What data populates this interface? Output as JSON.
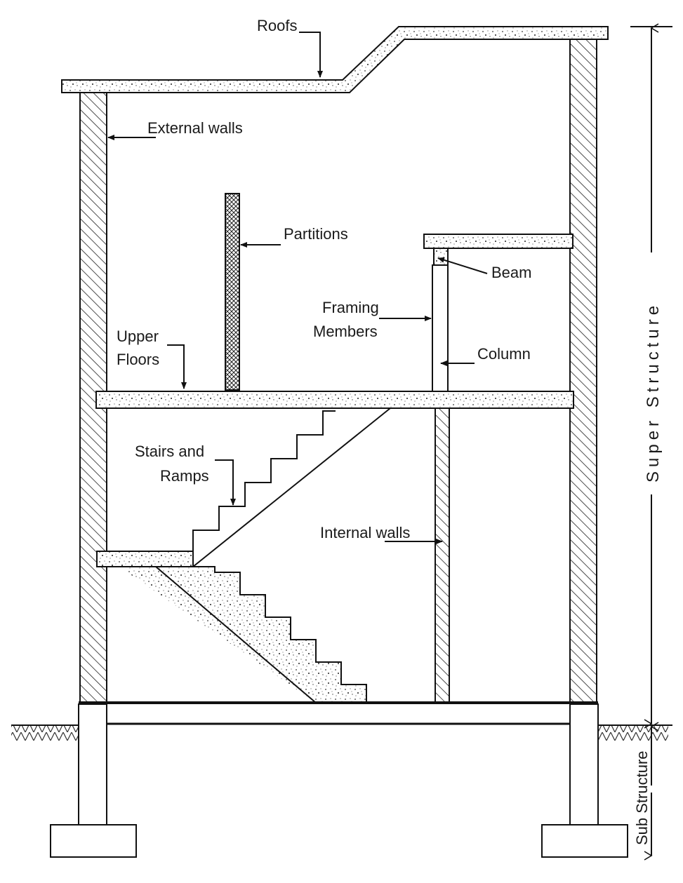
{
  "labels": {
    "roofs": "Roofs",
    "external_walls": "External walls",
    "partitions": "Partitions",
    "beam": "Beam",
    "framing_line1": "Framing",
    "framing_line2": "Members",
    "column": "Column",
    "upper_floors_line1": "Upper",
    "upper_floors_line2": "Floors",
    "stairs_line1": "Stairs and",
    "stairs_line2": "Ramps",
    "internal_walls": "Internal walls",
    "super_structure": "Super Structure",
    "sub_structure": "Sub Structure"
  },
  "colors": {
    "line": "#111111",
    "background": "#ffffff"
  }
}
